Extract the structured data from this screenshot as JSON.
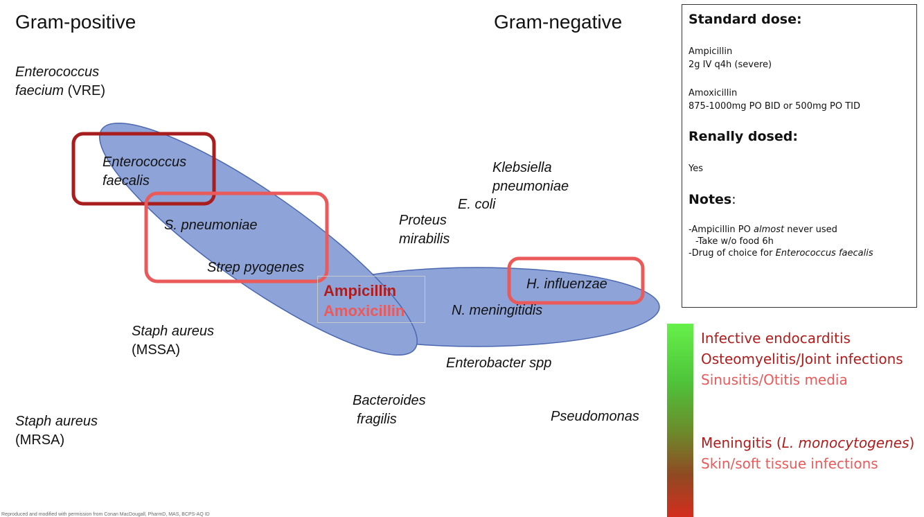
{
  "headers": {
    "gram_positive": "Gram-positive",
    "gram_negative": "Gram-negative"
  },
  "organisms": {
    "vre_line1": "Enterococcus",
    "vre_line2_italic": "faecium",
    "vre_line2_rest": " (VRE)",
    "efaecalis_line1": "Enterococcus",
    "efaecalis_line2": "faecalis",
    "spneumoniae": "S. pneumoniae",
    "strep_pyogenes": "Strep pyogenes",
    "mssa_line1": "Staph aureus",
    "mssa_line2": "(MSSA)",
    "mrsa_line1": "Staph aureus",
    "mrsa_line2": "(MRSA)",
    "klebsiella_line1": "Klebsiella",
    "klebsiella_line2": "pneumoniae",
    "ecoli": "E. coli",
    "proteus_line1": "Proteus",
    "proteus_line2": "mirabilis",
    "hinfluenzae": "H. influenzae",
    "nmeningitidis": "N. meningitidis",
    "enterobacter": "Enterobacter spp",
    "bacteroides_line1": "Bacteroides",
    "bacteroides_line2": "fragilis",
    "pseudomonas": "Pseudomonas"
  },
  "drugs": {
    "ampicillin": "Ampicillin",
    "amoxicillin": "Amoxicillin"
  },
  "info": {
    "standard_dose_title": "Standard dose:",
    "amp_name": "Ampicillin",
    "amp_dose": "2g IV q4h (severe)",
    "amox_name": "Amoxicillin",
    "amox_dose": "875-1000mg PO BID or 500mg PO TID",
    "renal_title": "Renally dosed:",
    "renal_value": "Yes",
    "notes_title": "Notes",
    "notes_colon": ":",
    "note1_pre": "-Ampicillin PO ",
    "note1_italic": "almost",
    "note1_post": " never used",
    "note2": "-Take w/o food 6h",
    "note3_pre": "-Drug of choice for ",
    "note3_italic": "Enterococcus faecalis"
  },
  "indications": {
    "endocarditis": "Infective endocarditis",
    "osteomyelitis": "Osteomyelitis/Joint infections",
    "sinusitis": "Sinusitis/Otitis media",
    "meningitis_pre": "Meningitis (",
    "meningitis_italic": "L. monocytogenes",
    "meningitis_post": ")",
    "skin": "Skin/soft tissue infections"
  },
  "footer": "Reproduced and modified with permission from Conan MacDougall, PharmD, MAS, BCPS-AQ ID",
  "colors": {
    "ellipse_fill": "#8ea4d8",
    "ellipse_stroke": "#4a67b0",
    "dark_red": "#b01c1c",
    "light_red": "#ea5a5a",
    "gradient_top": "#66f04a",
    "gradient_bottom": "#d42d1e"
  }
}
